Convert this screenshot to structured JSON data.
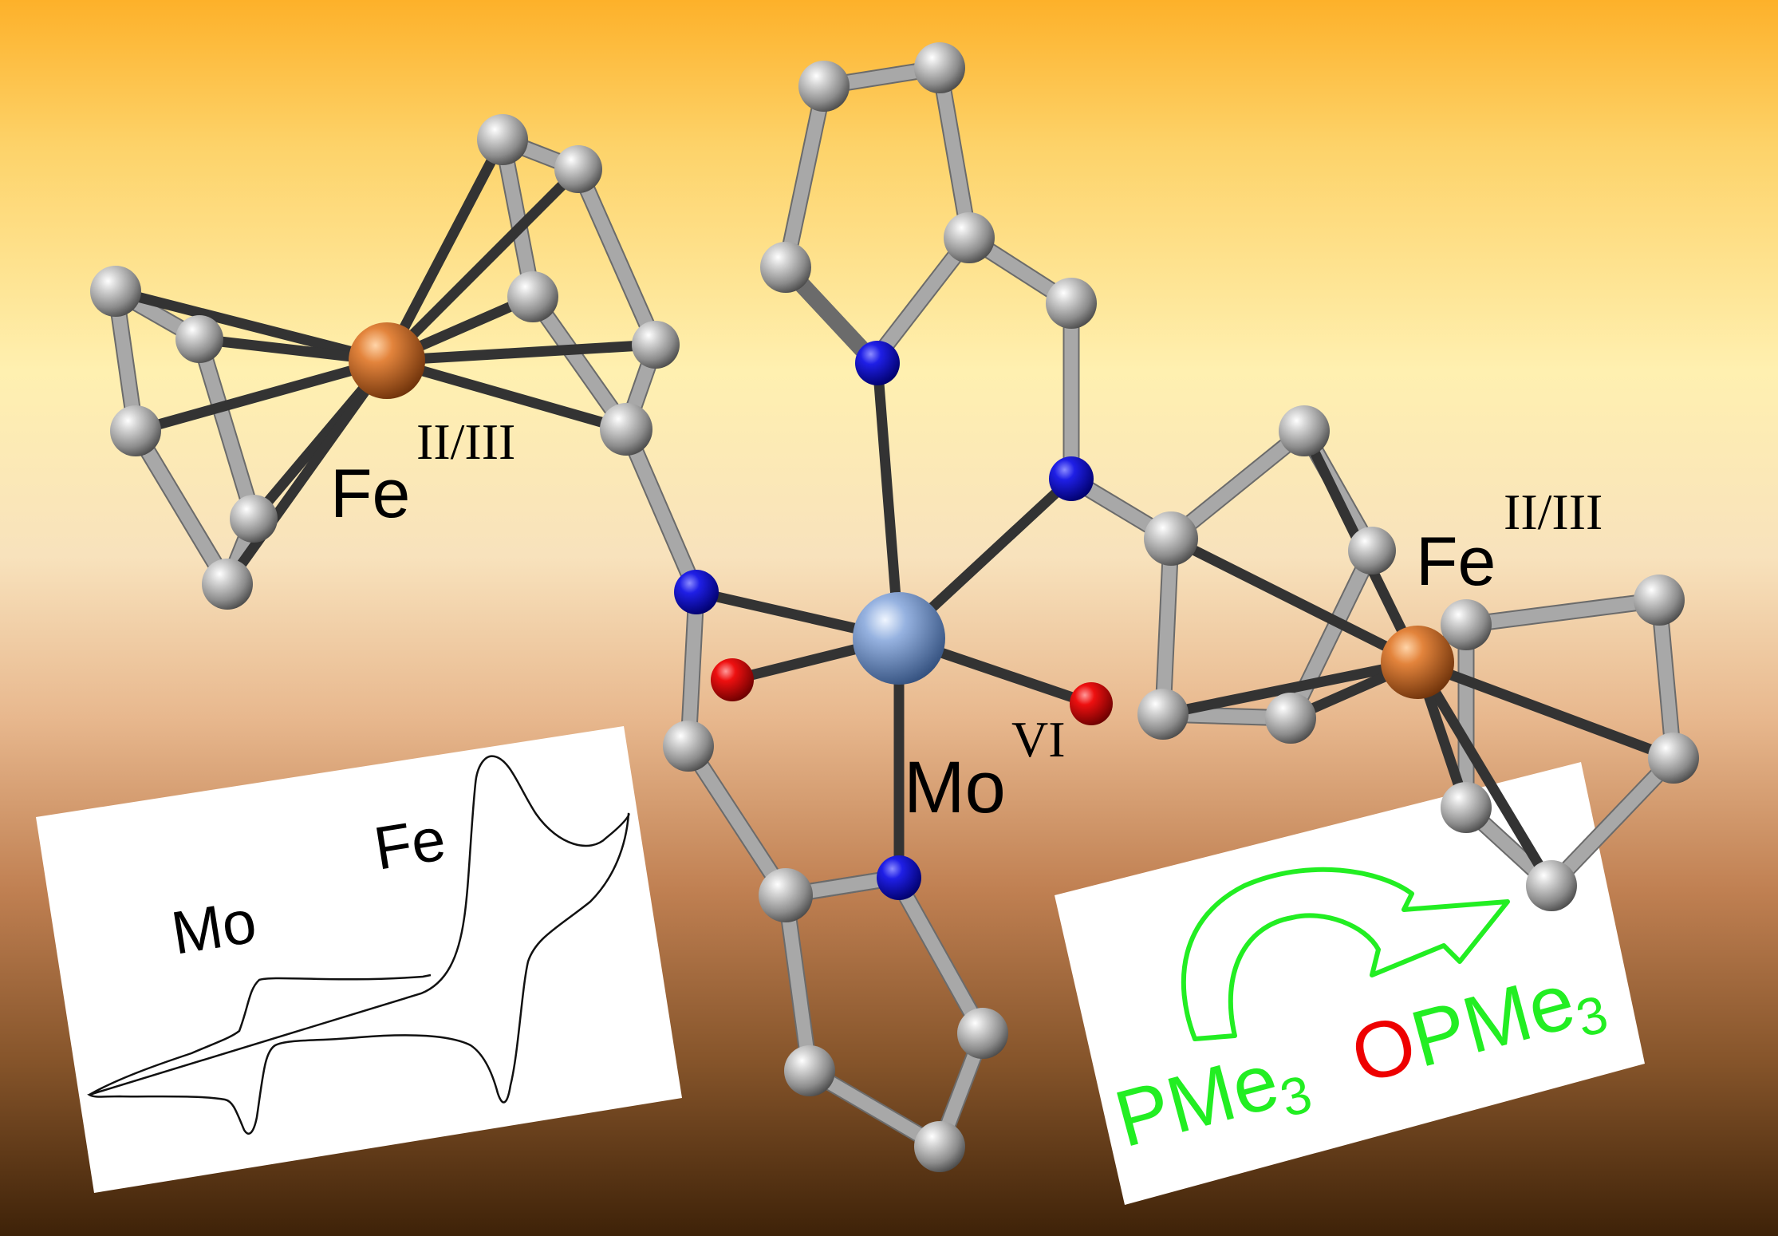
{
  "labels": {
    "fe_left": "Fe",
    "fe_left_ox": "II/III",
    "fe_right": "Fe",
    "fe_right_ox": "II/III",
    "mo": "Mo",
    "mo_ox": "VI"
  },
  "cv_inset": {
    "label_mo": "Mo",
    "label_fe": "Fe"
  },
  "reaction_inset": {
    "reactant": "PMe",
    "reactant_sub": "3",
    "product_o": "O",
    "product": "PMe",
    "product_sub": "3",
    "arrow_color": "#22ee22",
    "oxygen_color": "#ee0000"
  },
  "colors": {
    "background_top": "#fdb934",
    "background_mid": "#fff2b8",
    "background_bottom": "#4a2a0e",
    "carbon": "#9e9e9e",
    "nitrogen": "#1414d8",
    "oxygen": "#e00000",
    "iron": "#d87a32",
    "molybdenum": "#8aa6d6"
  }
}
